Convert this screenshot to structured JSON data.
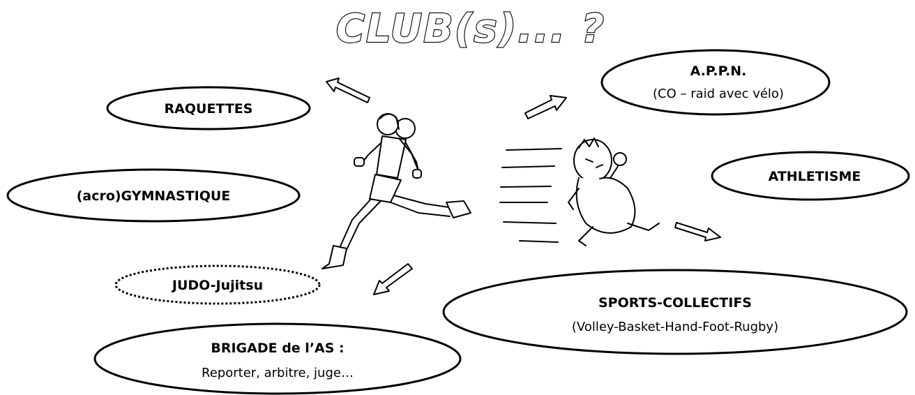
{
  "title": "CLUB(s)... ?",
  "bubbles": {
    "appn": {
      "label": "A.P.P.N.",
      "sub": "(CO – raid avec vélo)"
    },
    "raquettes": {
      "label": "RAQUETTES"
    },
    "gym": {
      "label": "(acro)GYMNASTIQUE"
    },
    "athletisme": {
      "label": "ATHLETISME"
    },
    "judo": {
      "label": "JUDO-Jujitsu"
    },
    "sports": {
      "label": "SPORTS-COLLECTIFS",
      "sub": "(Volley-Basket-Hand-Foot-Rugby)"
    },
    "brigade": {
      "label": "BRIGADE de l’AS :",
      "sub": "Reporter, arbitre, juge…"
    }
  }
}
